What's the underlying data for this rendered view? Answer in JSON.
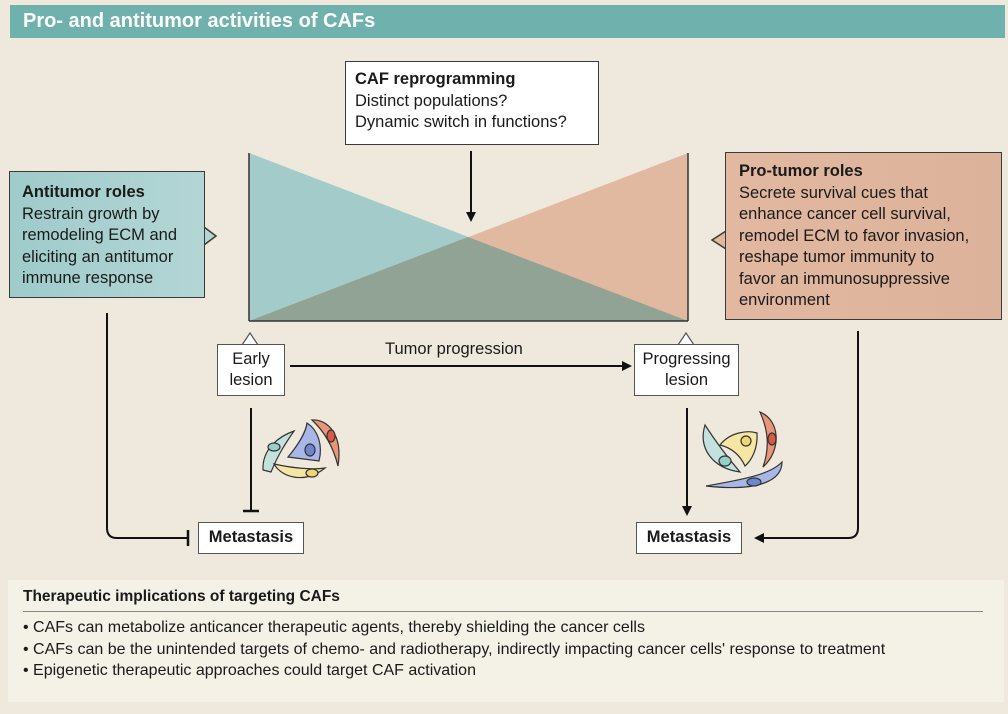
{
  "title": "Pro- and antitumor activities of CAFs",
  "reprogramming": {
    "title": "CAF reprogramming",
    "lines": [
      "Distinct populations?",
      "Dynamic switch in functions?"
    ]
  },
  "antitumor": {
    "title": "Antitumor roles",
    "lines": [
      "Restrain growth by",
      "remodeling ECM and",
      "eliciting an antitumor",
      "immune response"
    ],
    "color": "#a3cccb"
  },
  "protumor": {
    "title": "Pro-tumor roles",
    "lines": [
      "Secrete survival cues that",
      "enhance cancer cell survival,",
      "remodel ECM to favor invasion,",
      "reshape tumor immunity to",
      "favor an immunosuppressive",
      "environment"
    ],
    "color": "#e0b9a1"
  },
  "progression": {
    "label": "Tumor progression",
    "early": [
      "Early",
      "lesion"
    ],
    "progressing": [
      "Progressing",
      "lesion"
    ]
  },
  "outcomes": {
    "left": "Metastasis",
    "right": "Metastasis"
  },
  "triangle_colors": {
    "antitumor": "#a2cbca",
    "protumor": "#e1b9a1",
    "overlap": "#91a394"
  },
  "therapeutic": {
    "title": "Therapeutic implications of targeting CAFs",
    "bullets": [
      "• CAFs can metabolize anticancer therapeutic agents, thereby shielding the cancer cells",
      "• CAFs can be the unintended targets of chemo- and radiotherapy, indirectly impacting cancer cells' response to treatment",
      "• Epigenetic therapeutic approaches could target CAF activation"
    ]
  }
}
